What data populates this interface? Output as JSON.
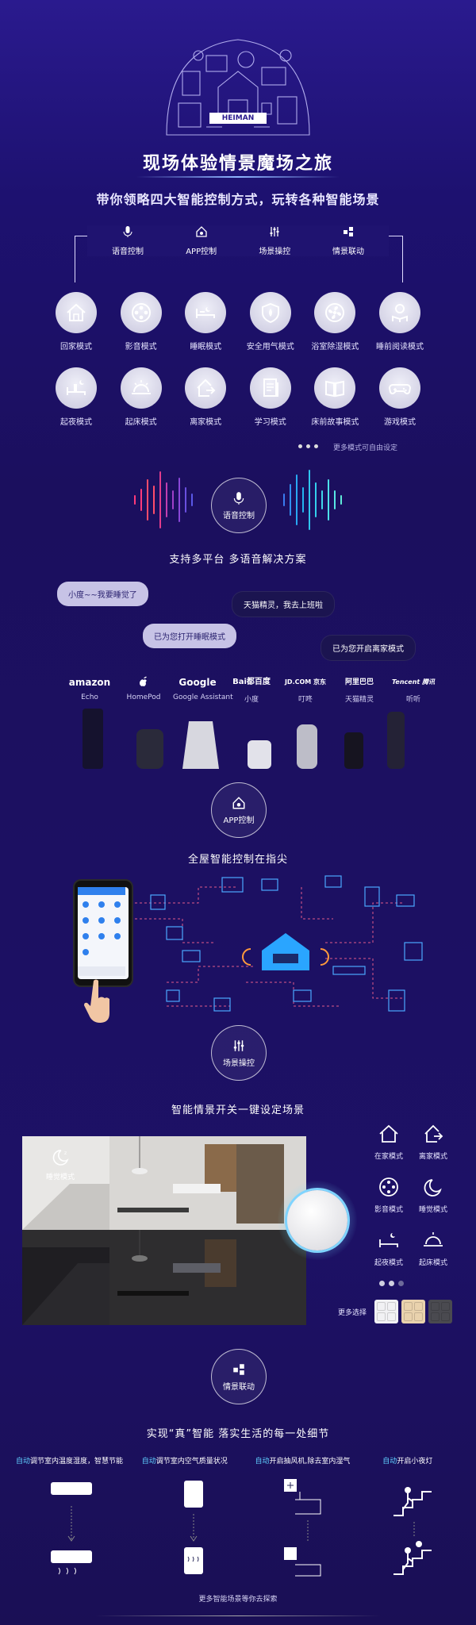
{
  "hero": {
    "logo_text": "HEIMAN",
    "title": "现场体验情景魔场之旅",
    "subtitle": "带你领略四大智能控制方式，玩转各种智能场景"
  },
  "control_modes": [
    {
      "label": "语音控制",
      "icon": "microphone-icon"
    },
    {
      "label": "APP控制",
      "icon": "home-app-icon"
    },
    {
      "label": "场景操控",
      "icon": "sliders-icon"
    },
    {
      "label": "情景联动",
      "icon": "linkage-icon"
    }
  ],
  "scenes": {
    "row1": [
      {
        "label": "回家模式",
        "icon": "house-icon"
      },
      {
        "label": "影音模式",
        "icon": "film-reel-icon"
      },
      {
        "label": "睡眠模式",
        "icon": "bed-icon"
      },
      {
        "label": "安全用气模式",
        "icon": "shield-icon"
      },
      {
        "label": "浴室除湿模式",
        "icon": "fan-icon"
      },
      {
        "label": "睡前阅读模式",
        "icon": "reader-icon"
      }
    ],
    "row2": [
      {
        "label": "起夜模式",
        "icon": "night-bed-icon"
      },
      {
        "label": "起床模式",
        "icon": "sunrise-icon"
      },
      {
        "label": "离家模式",
        "icon": "house-leave-icon"
      },
      {
        "label": "学习模式",
        "icon": "notebook-icon"
      },
      {
        "label": "床前故事模式",
        "icon": "book-icon"
      },
      {
        "label": "游戏模式",
        "icon": "gamepad-icon"
      }
    ],
    "more_text": "更多模式可自由设定"
  },
  "voice": {
    "badge": "语音控制",
    "title": "支持多平台  多语音解决方案",
    "bubbles": [
      "小度~~我要睡觉了",
      "天猫精灵，我去上班啦",
      "已为您打开睡眠模式",
      "已为您开启离家模式"
    ],
    "brands": [
      {
        "logo": "amazon",
        "name": "Echo"
      },
      {
        "logo": "",
        "name": "HomePod"
      },
      {
        "logo": "Google",
        "name": "Google Assistant"
      },
      {
        "logo": "Bai都百度",
        "name": "小度"
      },
      {
        "logo": "JD.COM 京东",
        "name": "叮咚"
      },
      {
        "logo": "阿里巴巴",
        "name": "天猫精灵"
      },
      {
        "logo": "Tencent 腾讯",
        "name": "听听"
      }
    ]
  },
  "app": {
    "badge": "APP控制",
    "title": "全屋智能控制在指尖"
  },
  "scene_control": {
    "badge": "场景操控",
    "title": "智能情景开关一键设定场景",
    "photo_label": "睡觉模式",
    "side_scenes": [
      {
        "label": "在家模式",
        "icon": "house-icon"
      },
      {
        "label": "离家模式",
        "icon": "house-leave-icon"
      },
      {
        "label": "影音模式",
        "icon": "film-reel-icon"
      },
      {
        "label": "睡觉模式",
        "icon": "moon-icon"
      },
      {
        "label": "起夜模式",
        "icon": "night-bed-icon"
      },
      {
        "label": "起床模式",
        "icon": "sunrise-icon"
      }
    ],
    "more_choice": "更多选择",
    "panel_colors": [
      "#f1f1f4",
      "#e9d2ad",
      "#4a4a50"
    ]
  },
  "linkage": {
    "badge": "情景联动",
    "title": "实现“真”智能  落实生活的每一处细节",
    "items": [
      {
        "hi": "自动",
        "text": "调节室内温度湿度，智慧节能"
      },
      {
        "hi": "自动",
        "text": "调节室内空气质量状况"
      },
      {
        "hi": "自动",
        "text": "开启抽风机,除去室内湿气"
      },
      {
        "hi": "自动",
        "text": "开启小夜灯"
      }
    ],
    "footer": "更多智能场景等你去探索"
  },
  "colors": {
    "accent": "#5fd0ff",
    "background": "#1c0f52"
  }
}
